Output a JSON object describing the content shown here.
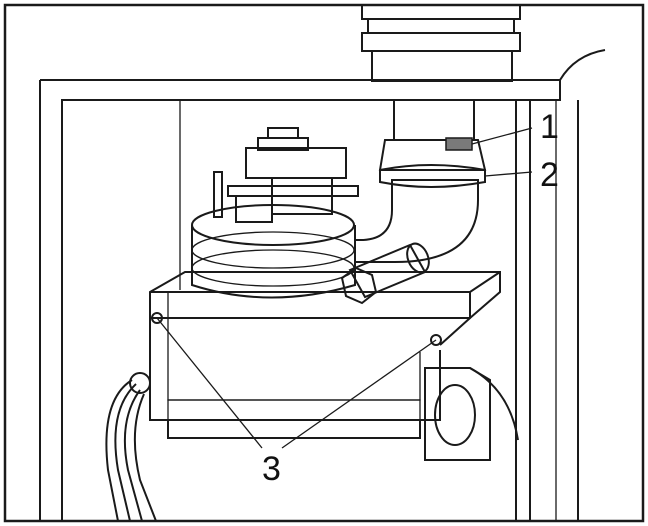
{
  "callouts": [
    {
      "id": "1",
      "label": "1"
    },
    {
      "id": "2",
      "label": "2"
    },
    {
      "id": "3",
      "label": "3"
    }
  ],
  "colors": {
    "line": "#1a1a1a",
    "fill_light": "#e3e3e3",
    "fill_mid": "#cfcfcf",
    "fill_dark": "#a8a8a8",
    "background": "#ffffff"
  }
}
